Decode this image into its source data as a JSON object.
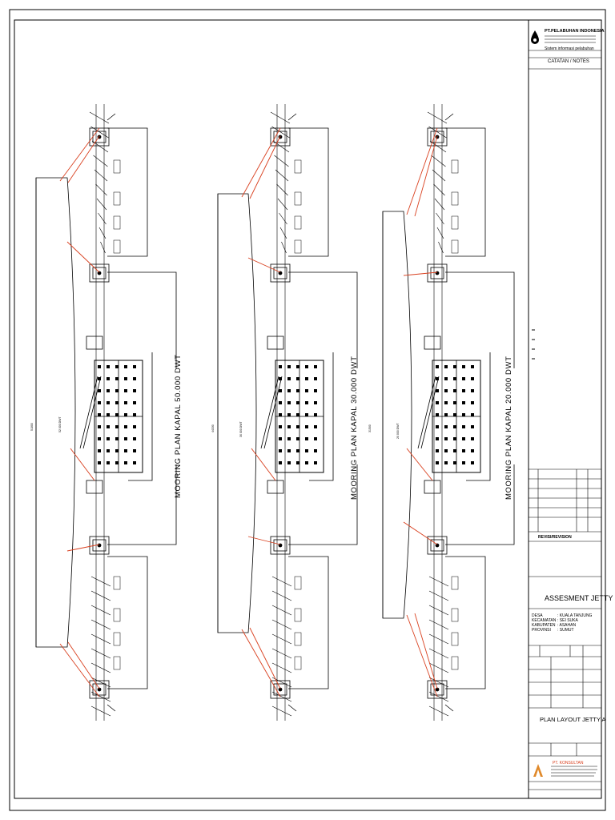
{
  "title_block": {
    "company_name": "PT.PELABUHAN INDONESIA",
    "company_sub": "Sistem informasi pelabuhan",
    "notes_label": "CATATAN / NOTES",
    "revision_label": "REVISI/REVISION",
    "project_title": "ASSESMENT JETTY",
    "location_rows": [
      [
        "DESA",
        ": KUALA TANJUNG"
      ],
      [
        "KECAMATAN",
        ": SEI SUKA"
      ],
      [
        "KABUPATEN",
        ": ASAHAN"
      ],
      [
        "PROVINSI",
        ": SUMUT"
      ]
    ],
    "drawing_title": "PLAN LAYOUT JETTY A",
    "consultant_name": "PT. KONSULTAN"
  },
  "plans": [
    {
      "title": "MOORING PLAN KAPAL 50.000 DWT",
      "ship": "52 000 DWT",
      "length": "51800"
    },
    {
      "title": "MOORING PLAN KAPAL 30.000 DWT",
      "ship": "30 000 DWT",
      "length": "44330"
    },
    {
      "title": "MOORING PLAN KAPAL 20.000 DWT",
      "ship": "20 000 DWT",
      "length": "31500"
    }
  ],
  "colors": {
    "mooring_line": "#d9401f",
    "ink": "#000000"
  }
}
